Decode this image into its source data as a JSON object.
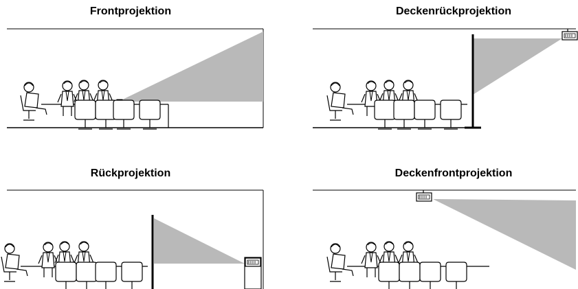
{
  "panels": [
    {
      "id": "front",
      "title": "Frontprojektion"
    },
    {
      "id": "ceiling-rear",
      "title": "Deckenrückprojektion"
    },
    {
      "id": "rear",
      "title": "Rückprojektion"
    },
    {
      "id": "ceiling-front",
      "title": "Deckenfrontprojektion"
    }
  ],
  "colors": {
    "line": "#000000",
    "beam": "#b9b9b9",
    "chair_fill": "#ffffff"
  },
  "icons": [
    "person-icon",
    "chair-icon",
    "table-icon",
    "projector-icon",
    "screen-icon"
  ]
}
